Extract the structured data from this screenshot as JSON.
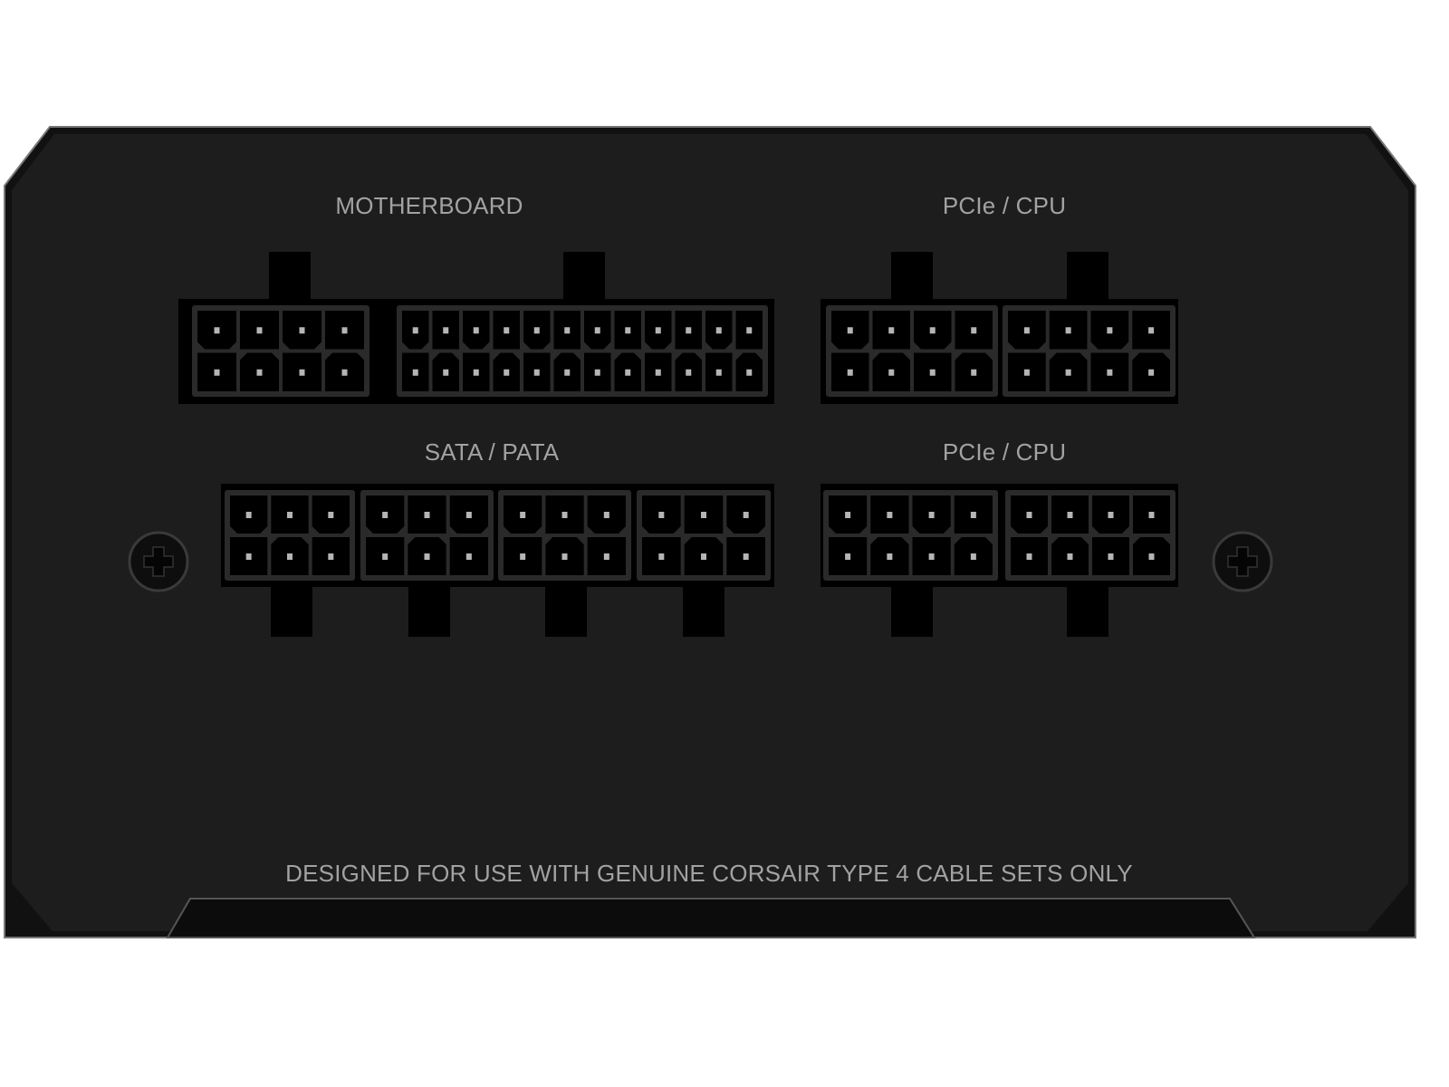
{
  "labels": {
    "motherboard": "MOTHERBOARD",
    "pcie_cpu_top": "PCIe / CPU",
    "sata_pata": "SATA / PATA",
    "pcie_cpu_bottom": "PCIe / CPU",
    "notice": "DESIGNED FOR USE WITH GENUINE CORSAIR TYPE 4 CABLE SETS ONLY"
  },
  "connectors": {
    "motherboard": [
      8,
      24
    ],
    "pcie_cpu_top": [
      8,
      8
    ],
    "sata_pata": [
      6,
      6,
      6,
      6
    ],
    "pcie_cpu_bottom": [
      8,
      8
    ]
  },
  "colors": {
    "panel": "#1d1d1d",
    "edge": "#6a6a6a",
    "housing": "#2a2a2a",
    "pin": "#b5b5b5",
    "text": "#a2a2a2"
  }
}
